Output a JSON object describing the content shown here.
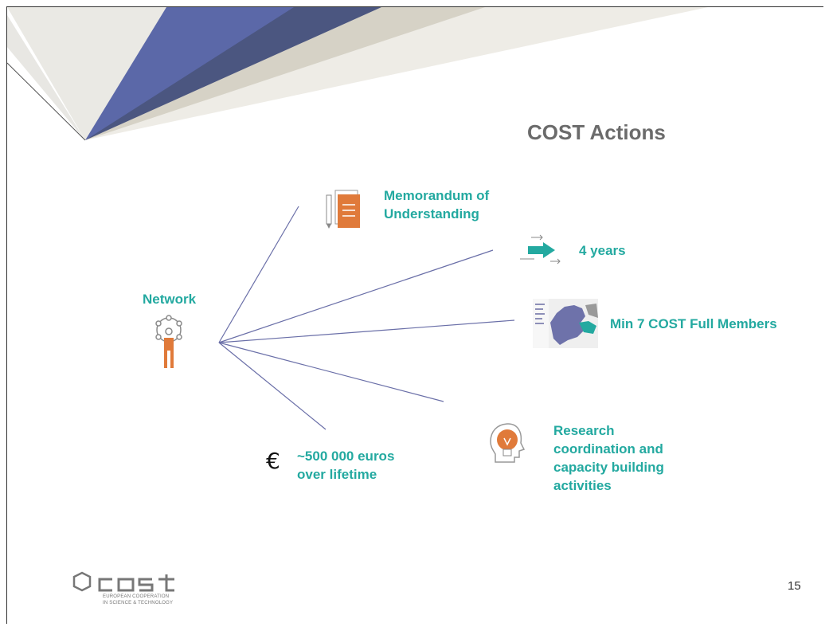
{
  "slide": {
    "title": "COST Actions",
    "page_number": "15"
  },
  "center": {
    "label": "Network",
    "icon": "network-person-icon"
  },
  "items": {
    "mou": {
      "text_line1": "Memorandum of",
      "text_line2": "Understanding",
      "icon": "document-pen-icon"
    },
    "duration": {
      "text": "4 years",
      "icon": "arrow-right-icon"
    },
    "members": {
      "text": "Min 7 COST Full Members",
      "icon": "europe-map-icon"
    },
    "research": {
      "line1": "Research",
      "line2": "coordination and",
      "line3": "capacity building",
      "line4": "activities",
      "icon": "lightbulb-head-icon"
    },
    "budget": {
      "symbol": "€",
      "line1": "~500 000 euros",
      "line2": "over lifetime"
    }
  },
  "logo": {
    "wordmark": "cost",
    "line1": "EUROPEAN COOPERATION",
    "line2": "IN SCIENCE & TECHNOLOGY"
  },
  "colors": {
    "accent": "#23a9a0",
    "orange": "#e07a3a",
    "navy": "#4a5a99",
    "title": "#6b6b6b"
  }
}
